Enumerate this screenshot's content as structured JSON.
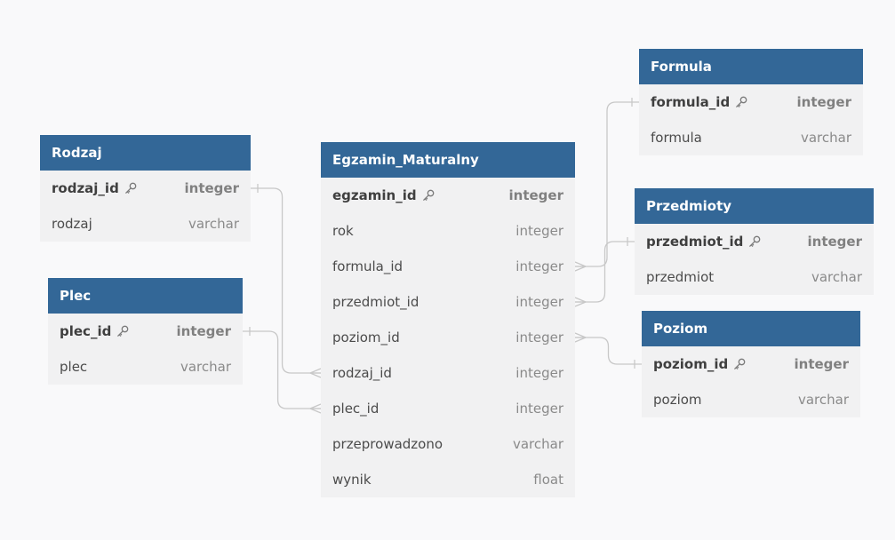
{
  "tables": [
    {
      "id": "rodzaj",
      "name": "Rodzaj",
      "columns": [
        {
          "name": "rodzaj_id",
          "type": "integer",
          "pk": true
        },
        {
          "name": "rodzaj",
          "type": "varchar",
          "pk": false
        }
      ]
    },
    {
      "id": "plec",
      "name": "Plec",
      "columns": [
        {
          "name": "plec_id",
          "type": "integer",
          "pk": true
        },
        {
          "name": "plec",
          "type": "varchar",
          "pk": false
        }
      ]
    },
    {
      "id": "egzamin",
      "name": "Egzamin_Maturalny",
      "columns": [
        {
          "name": "egzamin_id",
          "type": "integer",
          "pk": true
        },
        {
          "name": "rok",
          "type": "integer",
          "pk": false
        },
        {
          "name": "formula_id",
          "type": "integer",
          "pk": false
        },
        {
          "name": "przedmiot_id",
          "type": "integer",
          "pk": false
        },
        {
          "name": "poziom_id",
          "type": "integer",
          "pk": false
        },
        {
          "name": "rodzaj_id",
          "type": "integer",
          "pk": false
        },
        {
          "name": "plec_id",
          "type": "integer",
          "pk": false
        },
        {
          "name": "przeprowadzono",
          "type": "varchar",
          "pk": false
        },
        {
          "name": "wynik",
          "type": "float",
          "pk": false
        }
      ]
    },
    {
      "id": "formula",
      "name": "Formula",
      "columns": [
        {
          "name": "formula_id",
          "type": "integer",
          "pk": true
        },
        {
          "name": "formula",
          "type": "varchar",
          "pk": false
        }
      ]
    },
    {
      "id": "przedmioty",
      "name": "Przedmioty",
      "columns": [
        {
          "name": "przedmiot_id",
          "type": "integer",
          "pk": true
        },
        {
          "name": "przedmiot",
          "type": "varchar",
          "pk": false
        }
      ]
    },
    {
      "id": "poziom",
      "name": "Poziom",
      "columns": [
        {
          "name": "poziom_id",
          "type": "integer",
          "pk": true
        },
        {
          "name": "poziom",
          "type": "varchar",
          "pk": false
        }
      ]
    }
  ],
  "relationships": [
    {
      "from_table": "rodzaj",
      "from_column": "rodzaj_id",
      "to_table": "egzamin",
      "to_column": "rodzaj_id",
      "cardinality": "one-to-many"
    },
    {
      "from_table": "plec",
      "from_column": "plec_id",
      "to_table": "egzamin",
      "to_column": "plec_id",
      "cardinality": "one-to-many"
    },
    {
      "from_table": "formula",
      "from_column": "formula_id",
      "to_table": "egzamin",
      "to_column": "formula_id",
      "cardinality": "one-to-many"
    },
    {
      "from_table": "przedmioty",
      "from_column": "przedmiot_id",
      "to_table": "egzamin",
      "to_column": "przedmiot_id",
      "cardinality": "one-to-many"
    },
    {
      "from_table": "poziom",
      "from_column": "poziom_id",
      "to_table": "egzamin",
      "to_column": "poziom_id",
      "cardinality": "one-to-many"
    }
  ],
  "colors": {
    "header": "#336797",
    "header_text": "#ffffff",
    "table_body": "#f1f1f2",
    "canvas": "#f9f9fa",
    "connector": "#c8c8c8"
  },
  "icons": {
    "primary_key": "key-icon"
  }
}
